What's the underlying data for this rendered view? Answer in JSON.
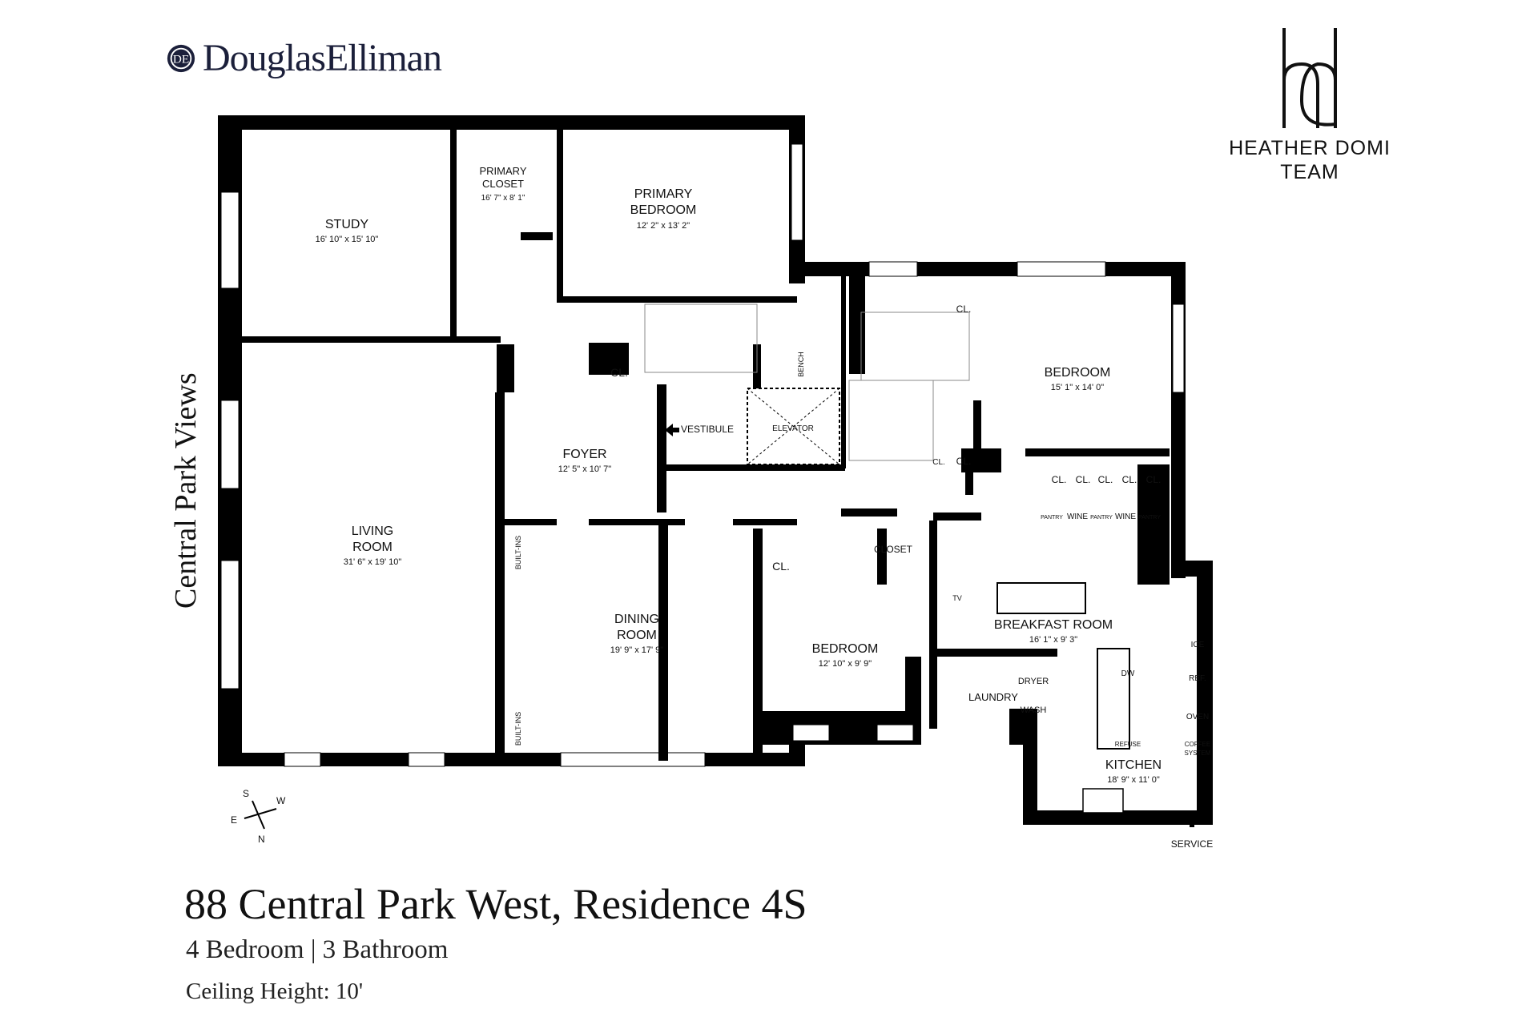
{
  "brand": {
    "left_logo": "DouglasElliman",
    "team_line1": "HEATHER DOMI",
    "team_line2": "TEAM"
  },
  "views_label": "Central Park Views",
  "rooms": {
    "study": {
      "name": "STUDY",
      "dims": "16' 10\" x 15' 10\""
    },
    "primary_closet": {
      "name1": "PRIMARY",
      "name2": "CLOSET",
      "dims": "16' 7\" x 8' 1\""
    },
    "primary_bedroom": {
      "name1": "PRIMARY",
      "name2": "BEDROOM",
      "dims": "12' 2\" x 13' 2\""
    },
    "bedroom_ne": {
      "name": "BEDROOM",
      "dims": "15' 1\" x 14' 0\""
    },
    "foyer": {
      "name": "FOYER",
      "dims": "12' 5\" x 10' 7\""
    },
    "living": {
      "name1": "LIVING",
      "name2": "ROOM",
      "dims": "31' 6\" x 19' 10\""
    },
    "dining": {
      "name1": "DINING",
      "name2": "ROOM",
      "dims": "19' 9\" x 17' 9\""
    },
    "bedroom_s": {
      "name": "BEDROOM",
      "dims": "12' 10\" x 9' 9\""
    },
    "breakfast": {
      "name": "BREAKFAST ROOM",
      "dims": "16' 1\" x 9' 3\""
    },
    "kitchen": {
      "name": "KITCHEN",
      "dims": "18' 9\" x 11' 0\""
    },
    "laundry": {
      "name": "LAUNDRY"
    },
    "vestibule": {
      "name": "VESTIBULE"
    },
    "elevator": {
      "name": "ELEVATOR"
    },
    "closet": {
      "name": "CLOSET"
    }
  },
  "labels": {
    "cl": "CL.",
    "bench": "BENCH",
    "builtins": "BUILT-INS",
    "pantry": "PANTRY",
    "wine": "WINE",
    "tv": "TV",
    "dryer": "DRYER",
    "wash": "WASH",
    "dw": "DW",
    "refuse": "REFUSE",
    "ice": "ICE",
    "ref": "REF.",
    "oven": "OVEN",
    "coffee1": "COFFEE",
    "coffee2": "SYSTEM",
    "service": "SERVICE"
  },
  "compass": {
    "s": "S",
    "w": "W",
    "e": "E",
    "n": "N"
  },
  "listing": {
    "address": "88 Central Park West, Residence 4S",
    "beds_baths": "4 Bedroom | 3 Bathroom",
    "ceiling": "Ceiling Height: 10'"
  }
}
